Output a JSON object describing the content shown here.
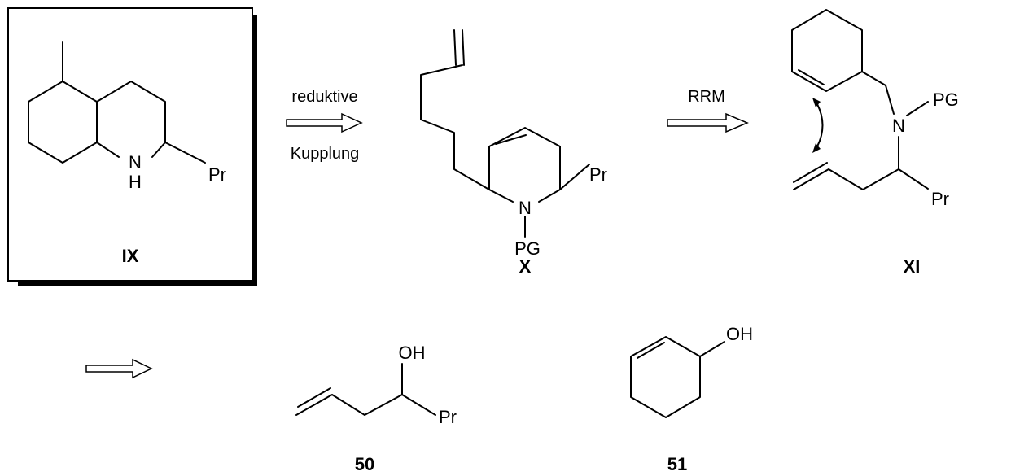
{
  "compounds": {
    "IX": {
      "label": "IX",
      "atoms": {
        "n": "N",
        "h": "H",
        "pr": "Pr"
      }
    },
    "X": {
      "label": "X",
      "atoms": {
        "n": "N",
        "pr": "Pr",
        "pg": "PG"
      }
    },
    "XI": {
      "label": "XI",
      "atoms": {
        "n": "N",
        "pg": "PG",
        "pr": "Pr"
      }
    },
    "c50": {
      "label": "50",
      "atoms": {
        "oh": "OH",
        "pr": "Pr"
      }
    },
    "c51": {
      "label": "51",
      "atoms": {
        "oh": "OH"
      }
    }
  },
  "arrows": {
    "a1": {
      "above": "reduktive",
      "below": "Kupplung"
    },
    "a2": {
      "above": "RRM"
    }
  }
}
